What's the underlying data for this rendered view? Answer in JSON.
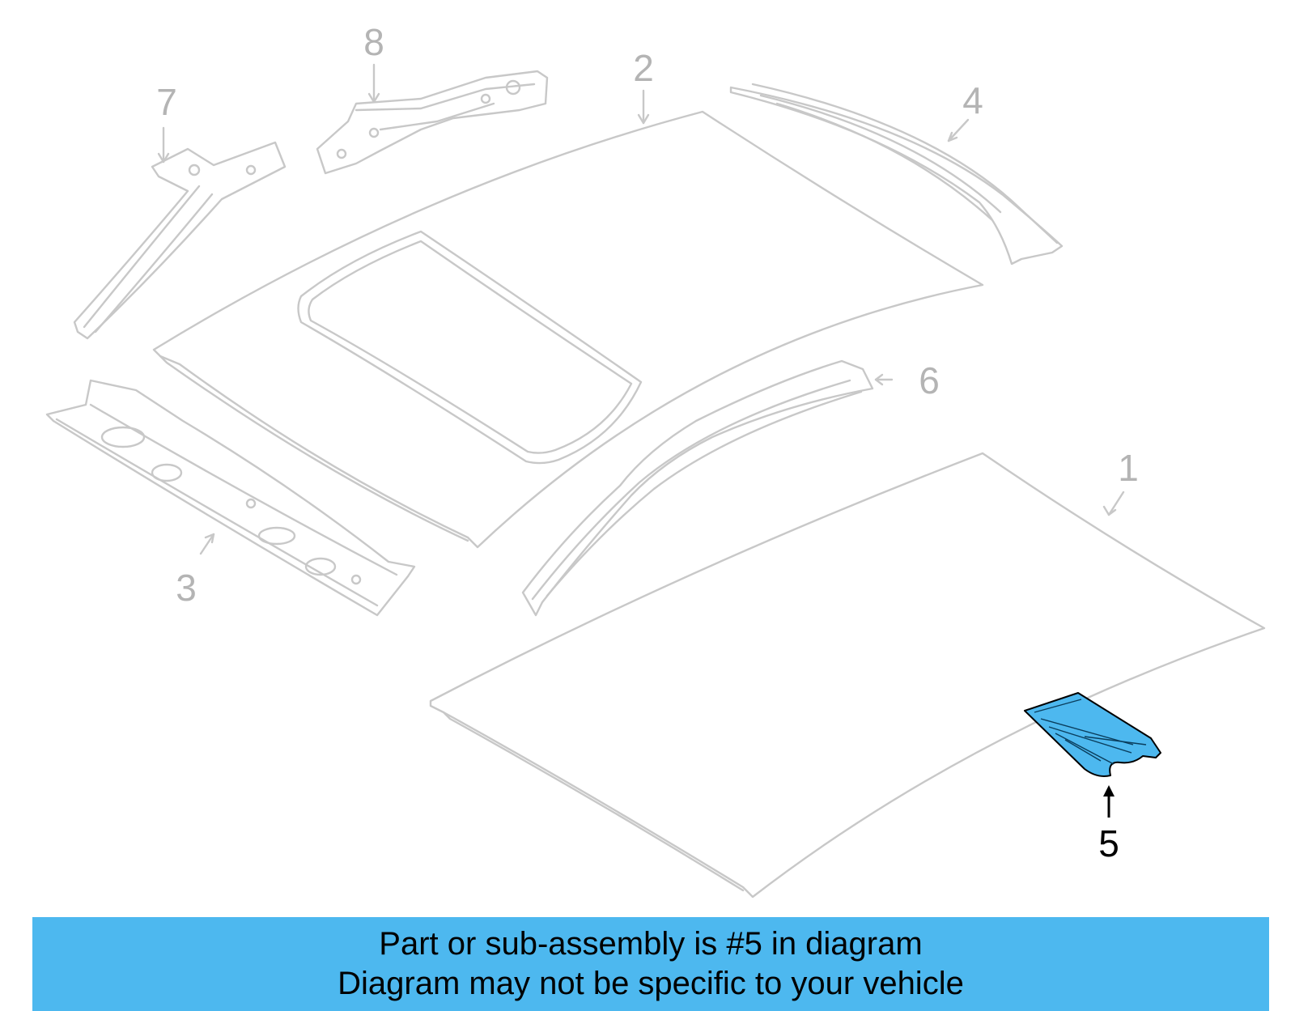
{
  "diagram": {
    "callouts": [
      {
        "id": "1",
        "label": "1"
      },
      {
        "id": "2",
        "label": "2"
      },
      {
        "id": "3",
        "label": "3"
      },
      {
        "id": "4",
        "label": "4"
      },
      {
        "id": "5",
        "label": "5",
        "highlighted": true
      },
      {
        "id": "6",
        "label": "6"
      },
      {
        "id": "7",
        "label": "7"
      },
      {
        "id": "8",
        "label": "8"
      }
    ],
    "colors": {
      "part_outline": "#c8c8c8",
      "callout_text": "#b4b4b4",
      "highlight_fill": "#4db8ef",
      "highlight_outline": "#000000"
    }
  },
  "banner": {
    "line1": "Part or sub-assembly is #5 in diagram",
    "line2": "Diagram may not be specific to your vehicle",
    "background": "#4db8ef"
  }
}
